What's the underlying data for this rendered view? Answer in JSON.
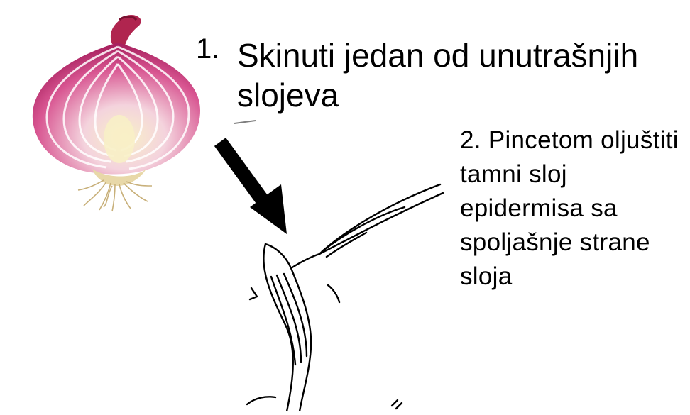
{
  "steps": [
    {
      "number": "1.",
      "text": "Skinuti jedan od unutrašnjih slojeva"
    },
    {
      "text": "2. Pincetom oljuštiti tamni sloj epidermisa sa spoljašnje strane sloja"
    }
  ],
  "colors": {
    "onion_outer": "#c2387a",
    "onion_inner": "#f6c9dc",
    "onion_core": "#f7edc0",
    "text": "#000000",
    "drawing_line": "#000000"
  },
  "icons": {
    "onion": "red-onion-half-icon",
    "arrow": "down-right-arrow-icon",
    "peel": "forceps-peeling-layer-icon"
  }
}
